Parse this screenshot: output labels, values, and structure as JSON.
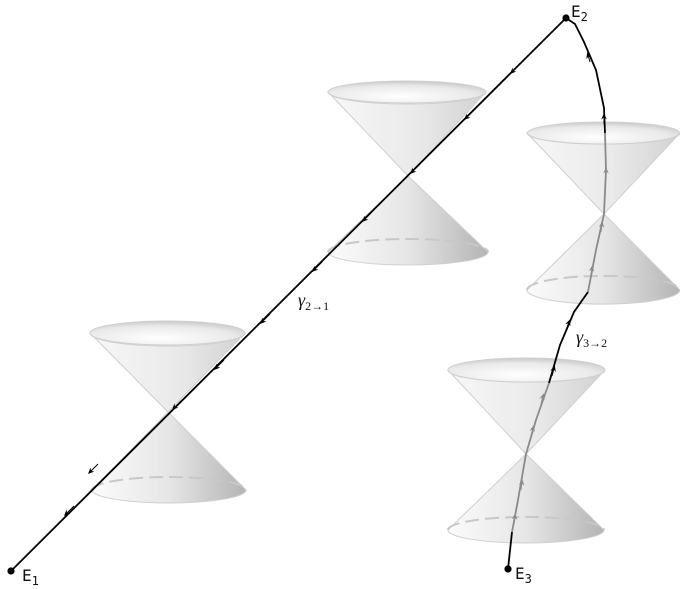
{
  "points": {
    "e1": {
      "name": "E",
      "sub": "1"
    },
    "e2": {
      "name": "E",
      "sub": "2"
    },
    "e3": {
      "name": "E",
      "sub": "3"
    }
  },
  "curves": {
    "gamma21": {
      "symbol": "γ",
      "sub": "2→1"
    },
    "gamma32": {
      "symbol": "γ",
      "sub": "3→2"
    }
  },
  "colors": {
    "ink": "#000000",
    "cone_light": "#f4f4f4",
    "cone_dark": "#b5b5b5",
    "hidden_path": "#8a8a8a",
    "dashed_rim": "#c8c8c8"
  }
}
